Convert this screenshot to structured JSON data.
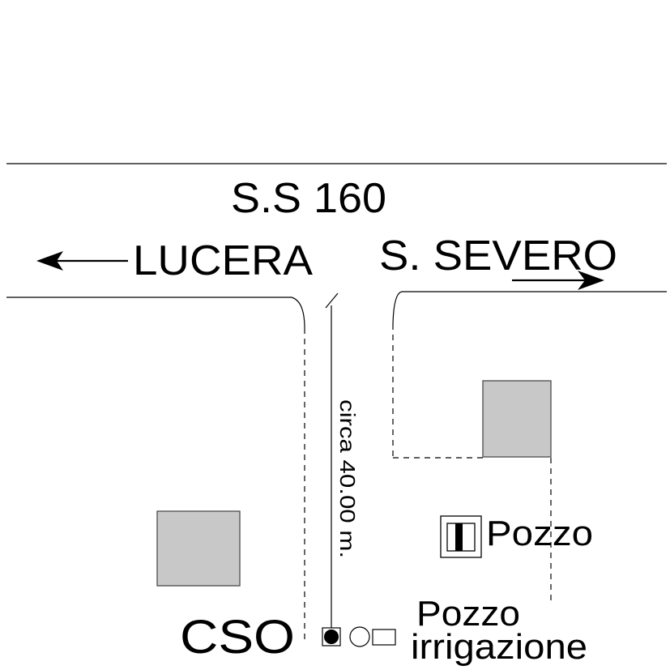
{
  "map": {
    "road_name": "S.S 160",
    "direction_left": "LUCERA",
    "direction_right": "S. SEVERO",
    "distance_label": "circa 40.00 m.",
    "cso_label": "CSO",
    "well_label": "Pozzo",
    "irrigation_well_label_line1": "Pozzo",
    "irrigation_well_label_line2": "irrigazione"
  },
  "icons": {
    "left_arrow": "arrow-left-icon",
    "right_arrow": "arrow-right-icon",
    "well_symbol": "well-icon",
    "manhole_symbols": [
      "filled-circle-icon",
      "empty-circle-icon",
      "rectangle-icon"
    ]
  }
}
